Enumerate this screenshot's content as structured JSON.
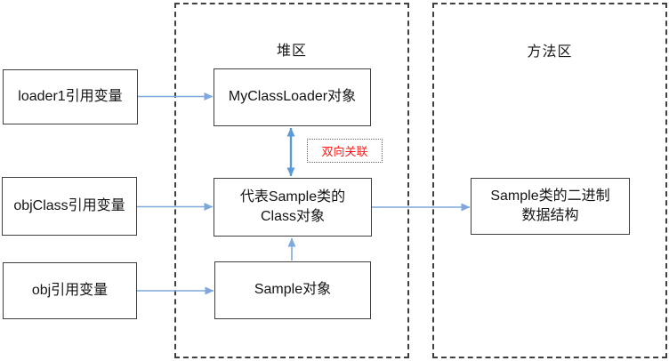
{
  "diagram": {
    "regions": {
      "heap": {
        "label": "堆区"
      },
      "method": {
        "label": "方法区"
      }
    },
    "nodes": {
      "loader1": {
        "label": "loader1引用变量"
      },
      "objclass": {
        "label": "objClass引用变量"
      },
      "obj": {
        "label": "obj引用变量"
      },
      "myclassloader": {
        "label": "MyClassLoader对象"
      },
      "class_obj": {
        "line1": "代表Sample类的",
        "line2": "Class对象"
      },
      "sample_obj": {
        "label": "Sample对象"
      },
      "binary": {
        "line1": "Sample类的二进制",
        "line2": "数据结构"
      }
    },
    "annotation": {
      "label": "双向关联",
      "color": "#ff1a1a"
    },
    "colors": {
      "arrow": "#7fa8dc",
      "double_arrow": "#5b9bd5",
      "box_border": "#3f3f3f"
    }
  }
}
